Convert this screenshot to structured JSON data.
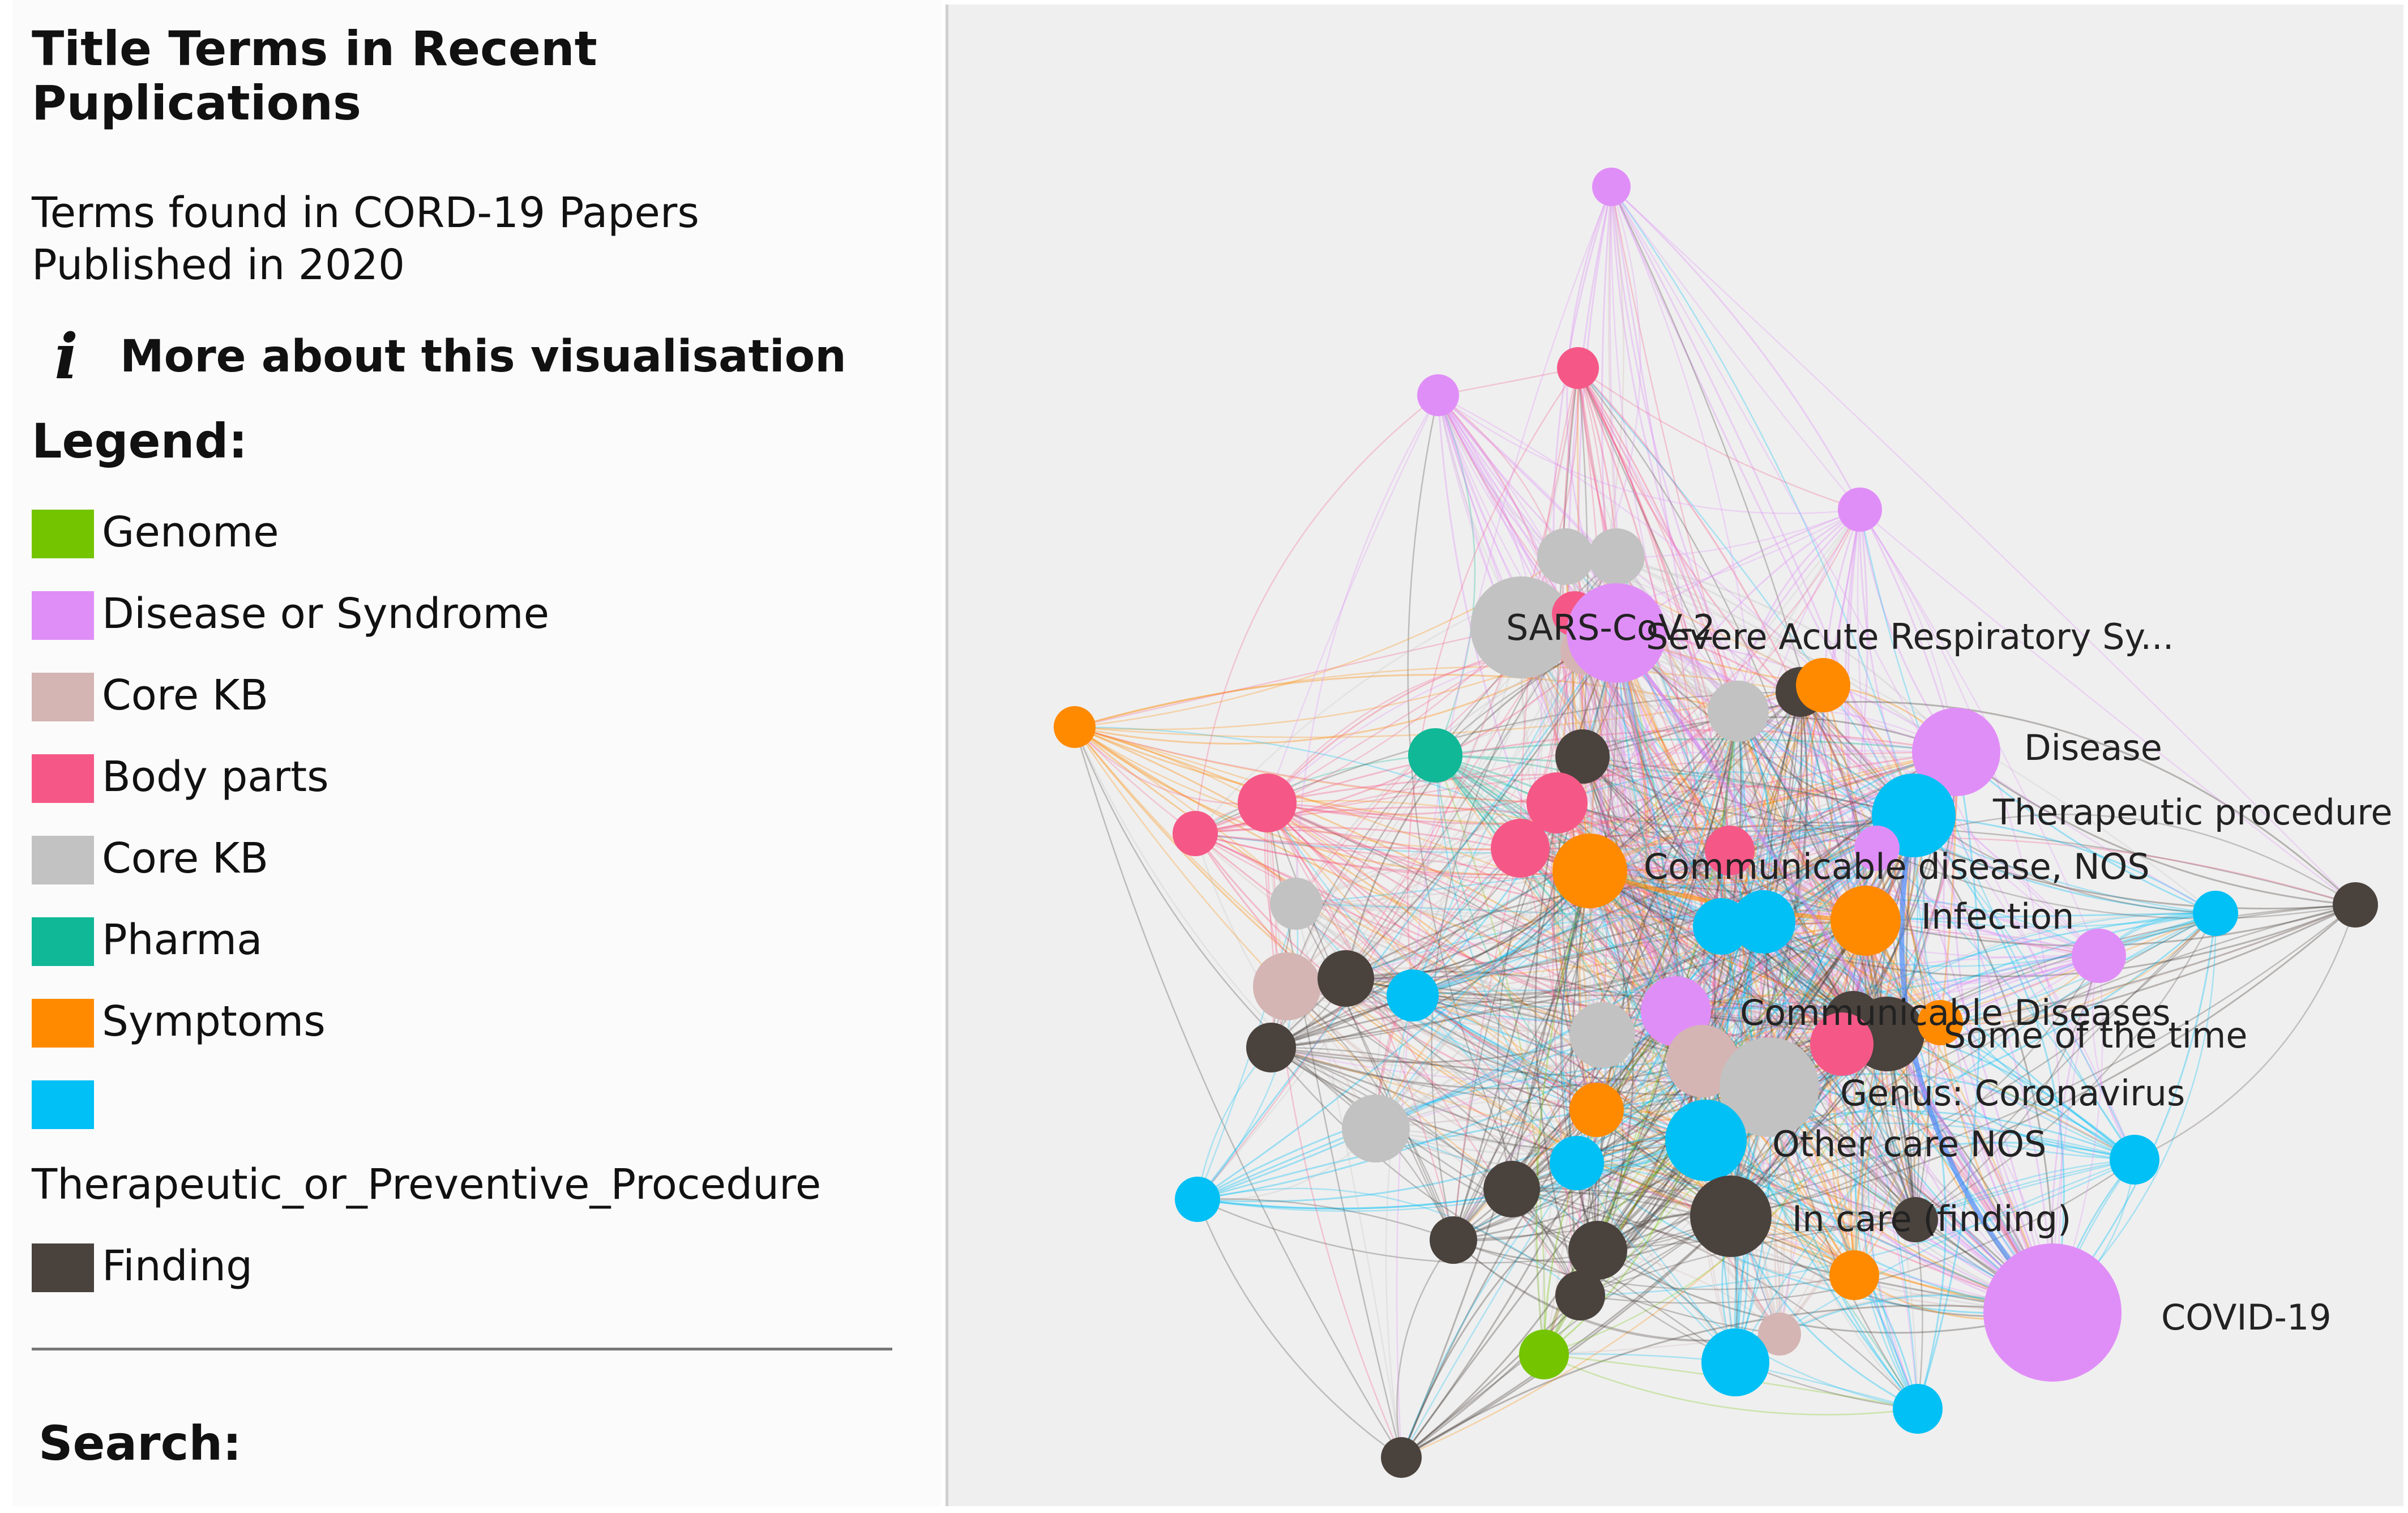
{
  "sidebar": {
    "title": "Title Terms in Recent Puplications",
    "subtitle": "Terms found in CORD-19 Papers Published in 2020",
    "about_icon": "info-icon",
    "about_label": "More about this visualisation",
    "legend_title": "Legend:",
    "legend": [
      {
        "label": "Genome",
        "color": "#74c400"
      },
      {
        "label": "Disease or Syndrome",
        "color": "#e08ef7"
      },
      {
        "label": "Core KB",
        "color": "#d4b5b3"
      },
      {
        "label": "Body parts",
        "color": "#f55887"
      },
      {
        "label": "Core KB",
        "color": "#c2c2c2"
      },
      {
        "label": "Pharma",
        "color": "#10b897"
      },
      {
        "label": "Symptoms",
        "color": "#ff8a00"
      },
      {
        "label": "Therapeutic_or_Preventive_Procedure",
        "color": "#00c0f5"
      },
      {
        "label": "Finding",
        "color": "#4a423d"
      }
    ],
    "search_label": "Search:"
  },
  "graph": {
    "colors": {
      "Genome": "#74c400",
      "Disease": "#e08ef7",
      "CoreKB_pink": "#d4b5b3",
      "Body": "#f55887",
      "CoreKB_gray": "#c2c2c2",
      "Pharma": "#10b897",
      "Symptoms": "#ff8a00",
      "Therapeutic": "#00c0f5",
      "Finding": "#4a423d"
    },
    "labels": [
      "SARS-CoV-2",
      "Severe Acute Respiratory Sy...",
      "Disease",
      "Therapeutic procedure",
      "Communicable disease, NOS",
      "Infection",
      "Communicable Diseases",
      "Some of the time",
      "Genus: Coronavirus",
      "Other care NOS",
      "In care (finding)",
      "COVID-19"
    ]
  }
}
